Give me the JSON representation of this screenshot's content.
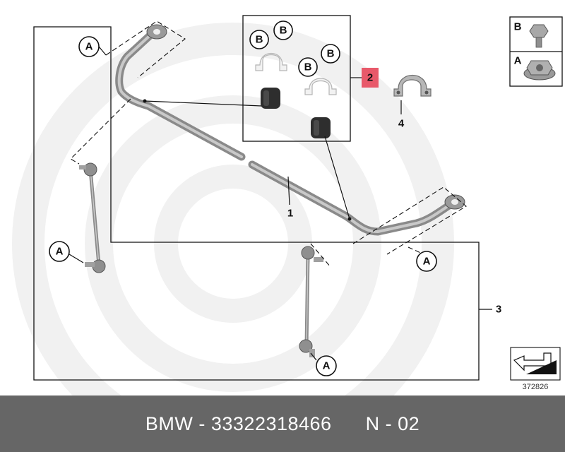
{
  "footer": {
    "brand": "BMW",
    "separator": " - ",
    "part_number": "33322318466",
    "gap": "      ",
    "position": "N - 02"
  },
  "callouts": {
    "a": "A",
    "b": "B"
  },
  "item_numbers": {
    "stabilizer_bar": "1",
    "bushing_kit": "2",
    "link_kit": "3",
    "bracket": "4"
  },
  "legend": {
    "bolt_label": "B",
    "nut_label": "A"
  },
  "drawing_number": "372826",
  "colors": {
    "highlight": "#e8596a",
    "footer_bg": "#666666",
    "part_grey": "#8a8a8a"
  }
}
